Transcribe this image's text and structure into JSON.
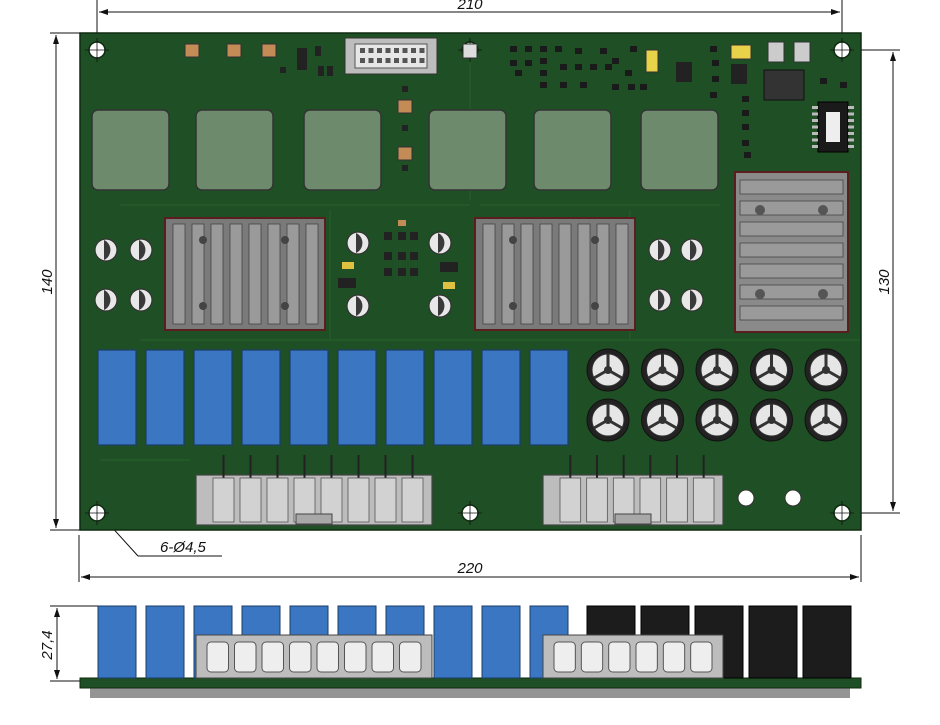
{
  "dimensions": {
    "top_width": "210",
    "bottom_width": "220",
    "left_height": "140",
    "right_height": "130",
    "hole_spec": "6-Ø4,5",
    "side_height": "27,4"
  },
  "colors": {
    "pcb": "#1f4f24",
    "pcb_dark": "#163d1a",
    "relay_blue": "#3b76c2",
    "heatsink": "#7a7a7a",
    "transformer": "#6d8a6d",
    "connector": "#bdbdbd",
    "cap_black": "#1c1c1c"
  },
  "layout": {
    "relay_count": 10,
    "transformer_count": 6,
    "capacitor_top_count": 10,
    "mounting_hole_count": 6
  }
}
